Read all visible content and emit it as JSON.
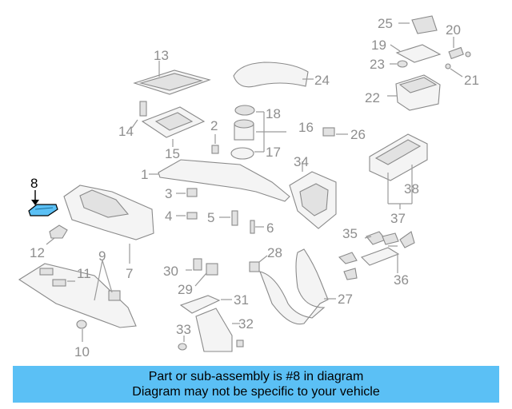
{
  "callouts": [
    {
      "id": "c1",
      "text": "1"
    },
    {
      "id": "c2",
      "text": "2"
    },
    {
      "id": "c3",
      "text": "3"
    },
    {
      "id": "c4",
      "text": "4"
    },
    {
      "id": "c5",
      "text": "5"
    },
    {
      "id": "c6",
      "text": "6"
    },
    {
      "id": "c7",
      "text": "7"
    },
    {
      "id": "c8",
      "text": "8"
    },
    {
      "id": "c9",
      "text": "9"
    },
    {
      "id": "c10",
      "text": "10"
    },
    {
      "id": "c11",
      "text": "11"
    },
    {
      "id": "c12",
      "text": "12"
    },
    {
      "id": "c13",
      "text": "13"
    },
    {
      "id": "c14",
      "text": "14"
    },
    {
      "id": "c15",
      "text": "15"
    },
    {
      "id": "c16",
      "text": "16"
    },
    {
      "id": "c17",
      "text": "17"
    },
    {
      "id": "c18",
      "text": "18"
    },
    {
      "id": "c19",
      "text": "19"
    },
    {
      "id": "c20",
      "text": "20"
    },
    {
      "id": "c21",
      "text": "21"
    },
    {
      "id": "c22",
      "text": "22"
    },
    {
      "id": "c23",
      "text": "23"
    },
    {
      "id": "c24",
      "text": "24"
    },
    {
      "id": "c25",
      "text": "25"
    },
    {
      "id": "c26",
      "text": "26"
    },
    {
      "id": "c27",
      "text": "27"
    },
    {
      "id": "c28",
      "text": "28"
    },
    {
      "id": "c29",
      "text": "29"
    },
    {
      "id": "c30",
      "text": "30"
    },
    {
      "id": "c31",
      "text": "31"
    },
    {
      "id": "c32",
      "text": "32"
    },
    {
      "id": "c33",
      "text": "33"
    },
    {
      "id": "c34",
      "text": "34"
    },
    {
      "id": "c35",
      "text": "35"
    },
    {
      "id": "c36",
      "text": "36"
    },
    {
      "id": "c37",
      "text": "37"
    },
    {
      "id": "c38",
      "text": "38"
    }
  ],
  "highlight": {
    "part": "8",
    "color": "#5bc0f5"
  },
  "banner": {
    "line1": "Part or sub-assembly is #8 in diagram",
    "line2": "Diagram may not be specific to your vehicle",
    "color": "#5bc0f5"
  }
}
